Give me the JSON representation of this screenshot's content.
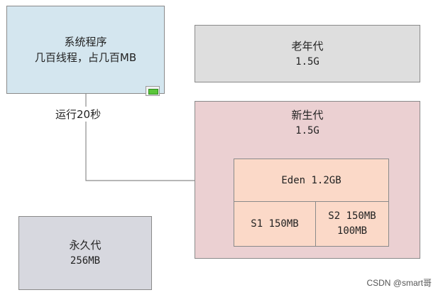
{
  "process": {
    "title": "系统程序",
    "subtitle": "几百线程，占几百MB"
  },
  "old_gen": {
    "title": "老年代",
    "size": "1.5G"
  },
  "young_gen": {
    "title": "新生代",
    "size": "1.5G"
  },
  "eden": {
    "label": "Eden 1.2GB"
  },
  "s1": {
    "label": "S1 150MB"
  },
  "s2": {
    "line1": "S2 150MB",
    "line2": "100MB"
  },
  "perm_gen": {
    "title": "永久代",
    "size": "256MB"
  },
  "arrow_label": "运行20秒",
  "watermark": "CSDN @smart哥",
  "colors": {
    "process_fill": "#d4e6ef",
    "old_gen_fill": "#dedede",
    "young_gen_fill": "#ebd0d2",
    "eden_fill": "#fbd9c8",
    "perm_gen_fill": "#d7d8df",
    "status_green": "#5ac63a"
  },
  "icons": {
    "status": "green-status-icon",
    "arrow": "arrow-right-icon"
  }
}
